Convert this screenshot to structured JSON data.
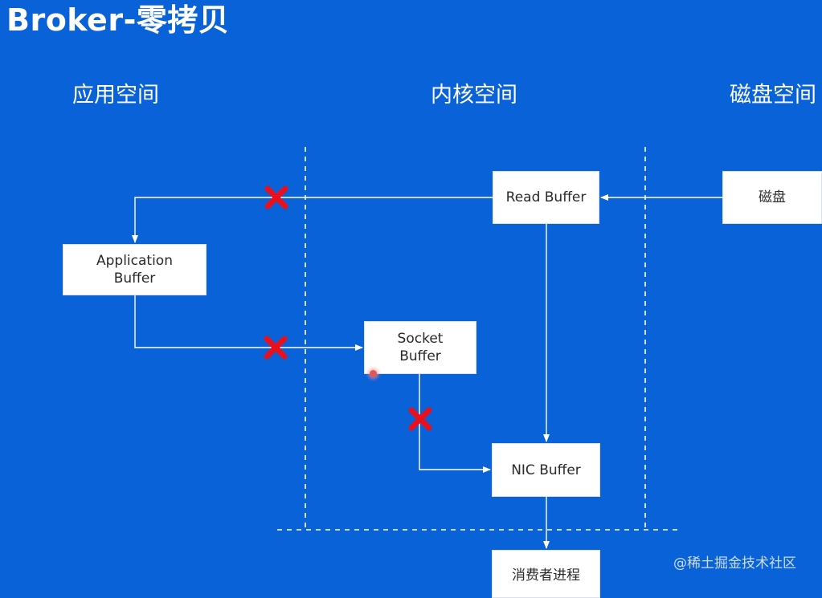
{
  "title": "Broker-零拷贝",
  "regions": {
    "app": "应用空间",
    "kernel": "内核空间",
    "disk": "磁盘空间"
  },
  "boxes": {
    "read_buffer": "Read Buffer",
    "disk": "磁盘",
    "application_buffer": "Application\nBuffer",
    "socket_buffer": "Socket\nBuffer",
    "nic_buffer": "NIC Buffer",
    "consumer": "消费者进程"
  },
  "watermark": "@稀土掘金技术社区",
  "colors": {
    "background": "#0a62d8",
    "box": "#ffffff",
    "line": "#ffffff",
    "cross": "#e8101c"
  },
  "flows": [
    {
      "from": "磁盘",
      "to": "Read Buffer",
      "blocked": false
    },
    {
      "from": "Read Buffer",
      "to": "Application Buffer",
      "blocked": true
    },
    {
      "from": "Application Buffer",
      "to": "Socket Buffer",
      "blocked": true
    },
    {
      "from": "Socket Buffer",
      "to": "NIC Buffer",
      "blocked": true
    },
    {
      "from": "Read Buffer",
      "to": "NIC Buffer",
      "blocked": false
    },
    {
      "from": "NIC Buffer",
      "to": "消费者进程",
      "blocked": false
    }
  ]
}
